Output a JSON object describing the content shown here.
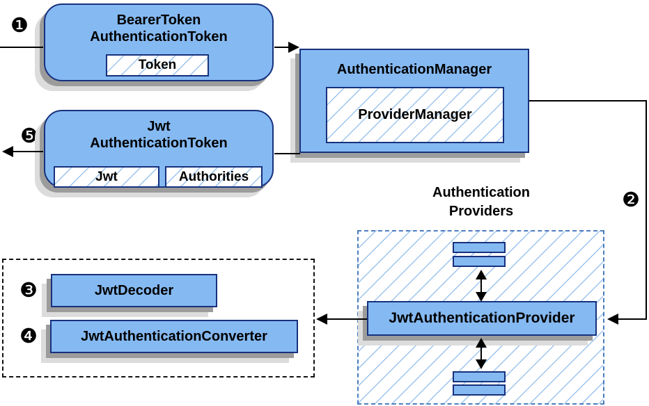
{
  "diagram": {
    "badges": {
      "step1": "❶",
      "step2": "❷",
      "step3": "❸",
      "step4": "❹",
      "step5": "❺"
    },
    "nodes": {
      "bearer_token": {
        "title_line1": "BearerToken",
        "title_line2": "AuthenticationToken",
        "chip": "Token"
      },
      "authentication_manager": {
        "title": "AuthenticationManager",
        "chip": "ProviderManager"
      },
      "jwt_authentication_token": {
        "title_line1": "Jwt",
        "title_line2": "AuthenticationToken",
        "chips": [
          "Jwt",
          "Authorities"
        ]
      },
      "providers_group": {
        "title_line1": "Authentication",
        "title_line2": "Providers"
      },
      "jwt_authentication_provider": {
        "title": "JwtAuthenticationProvider"
      },
      "jwt_decoder": {
        "title": "JwtDecoder"
      },
      "jwt_authentication_converter": {
        "title": "JwtAuthenticationConverter"
      }
    },
    "colors": {
      "node_fill": "#85b9f2",
      "node_border": "#16317d",
      "hatch_line": "#9cc3ee",
      "dashed_blue_border": "#4a7dbd",
      "dashed_black_border": "#111111",
      "shadow_dark": "#9c9c9c",
      "shadow_light": "#dcdcdc",
      "arrow": "#000000"
    }
  }
}
